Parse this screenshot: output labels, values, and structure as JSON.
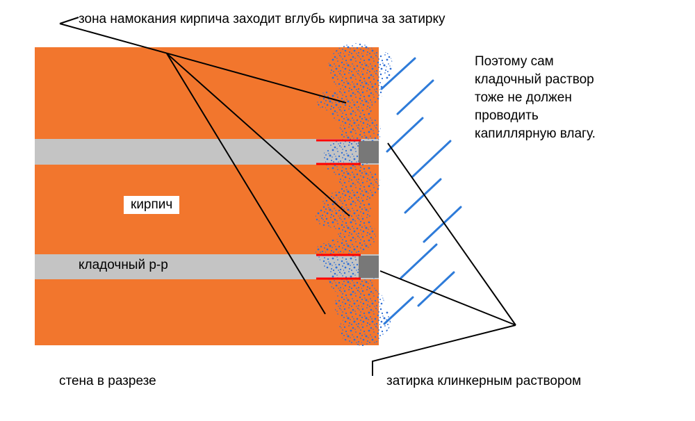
{
  "labels": {
    "top_note": "зона намокания кирпича заходит вглубь кирпича за затирку",
    "side_note": "Поэтому сам кладочный раствор тоже не должен проводить капиллярную влагу.",
    "brick": "кирпич",
    "mortar": "кладочный р-р",
    "bottom_left": "стена в разрезе",
    "bottom_right": "затирка клинкерным раствором"
  },
  "colors": {
    "background": "#ffffff",
    "brick": "#f2762d",
    "mortar": "#c4c4c4",
    "grout_cap": "#787878",
    "moisture": "#2f6fd6",
    "rain": "#2e7bd9",
    "joint_marker": "#ff0000",
    "annotation": "#000000"
  }
}
